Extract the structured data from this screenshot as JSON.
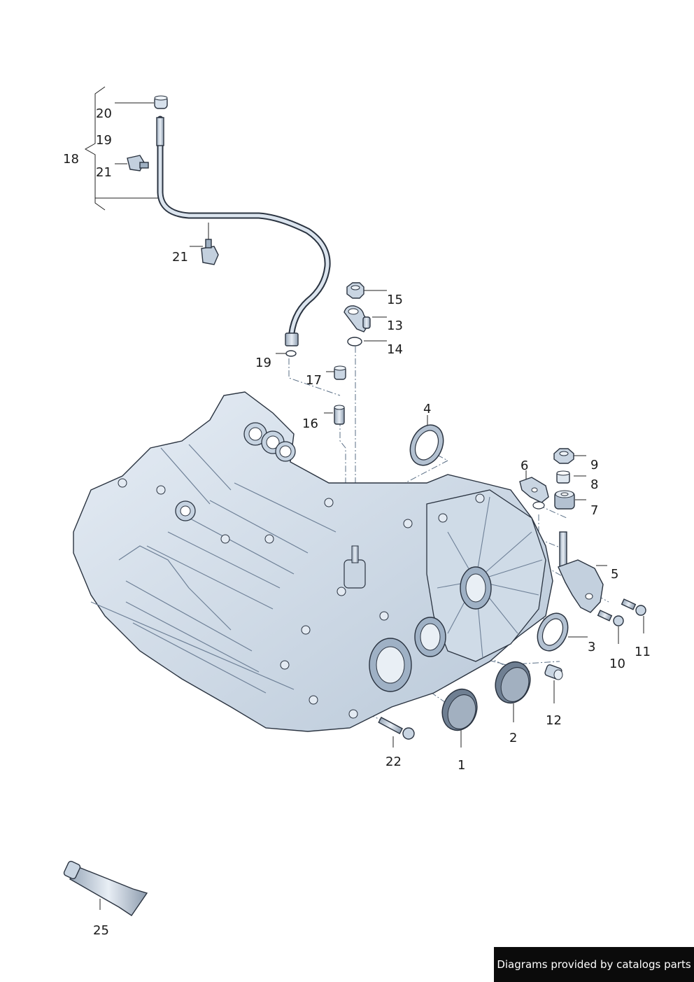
{
  "diagram": {
    "callouts": {
      "n1": "1",
      "n2": "2",
      "n3": "3",
      "n4": "4",
      "n5": "5",
      "n6": "6",
      "n7": "7",
      "n8": "8",
      "n9": "9",
      "n10": "10",
      "n11": "11",
      "n12": "12",
      "n13": "13",
      "n14": "14",
      "n15": "15",
      "n16": "16",
      "n17": "17",
      "n18": "18",
      "n19a": "19",
      "n19b": "19",
      "n20": "20",
      "n21a": "21",
      "n21b": "21",
      "n22": "22",
      "n25": "25"
    }
  },
  "footer": {
    "credit": "Diagrams provided by catalogs parts"
  },
  "colors": {
    "part_fill": "#d7e1ec",
    "part_shade": "#aebdcd",
    "line": "#2a3340",
    "dash_line": "#5a6f86",
    "footer_bg": "#0b0b0b"
  }
}
